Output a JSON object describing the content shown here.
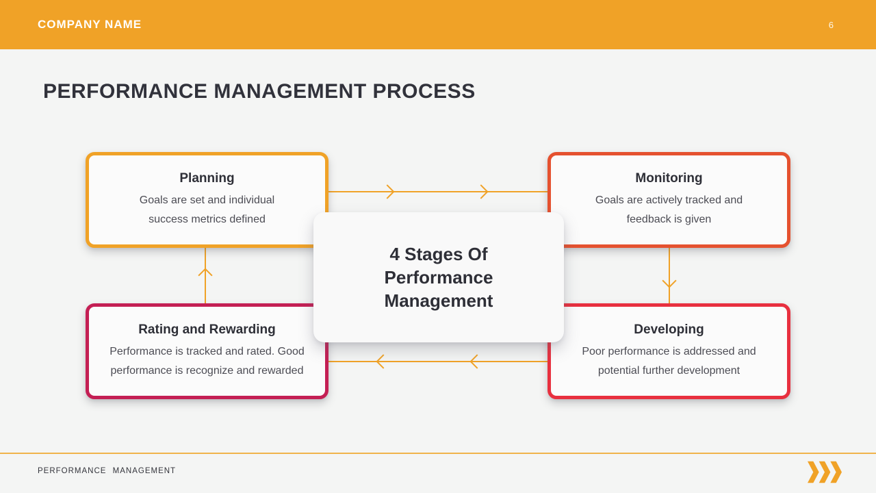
{
  "header": {
    "company_name": "COMPANY NAME",
    "page_number": "6"
  },
  "title": "PERFORMANCE MANAGEMENT PROCESS",
  "center_card": {
    "title": "4 Stages Of Performance Management"
  },
  "stages": [
    {
      "title": "Planning",
      "description": "Goals are set and individual success metrics defined",
      "border_color": "#F0A227"
    },
    {
      "title": "Monitoring",
      "description": "Goals are actively tracked and feedback is given",
      "border_color": "#E5512F"
    },
    {
      "title": "Rating and Rewarding",
      "description": "Performance is tracked and rated. Good performance is recognize and rewarded",
      "border_color": "#C41F54"
    },
    {
      "title": "Developing",
      "description": "Poor performance is addressed and potential further development",
      "border_color": "#E8303F"
    }
  ],
  "footer": {
    "label": "PERFORMANCE  MANAGEMENT"
  },
  "icons": {
    "footer_icon": "triple-chevron-right",
    "connector_arrow": "chevron-arrow"
  },
  "colors": {
    "accent_orange": "#F0A227",
    "monitoring_border": "#E5512F",
    "rating_border": "#C41F54",
    "developing_border": "#E8303F",
    "background": "#F4F5F4",
    "heading_text": "#31323B",
    "body_text": "#4C4C54"
  }
}
